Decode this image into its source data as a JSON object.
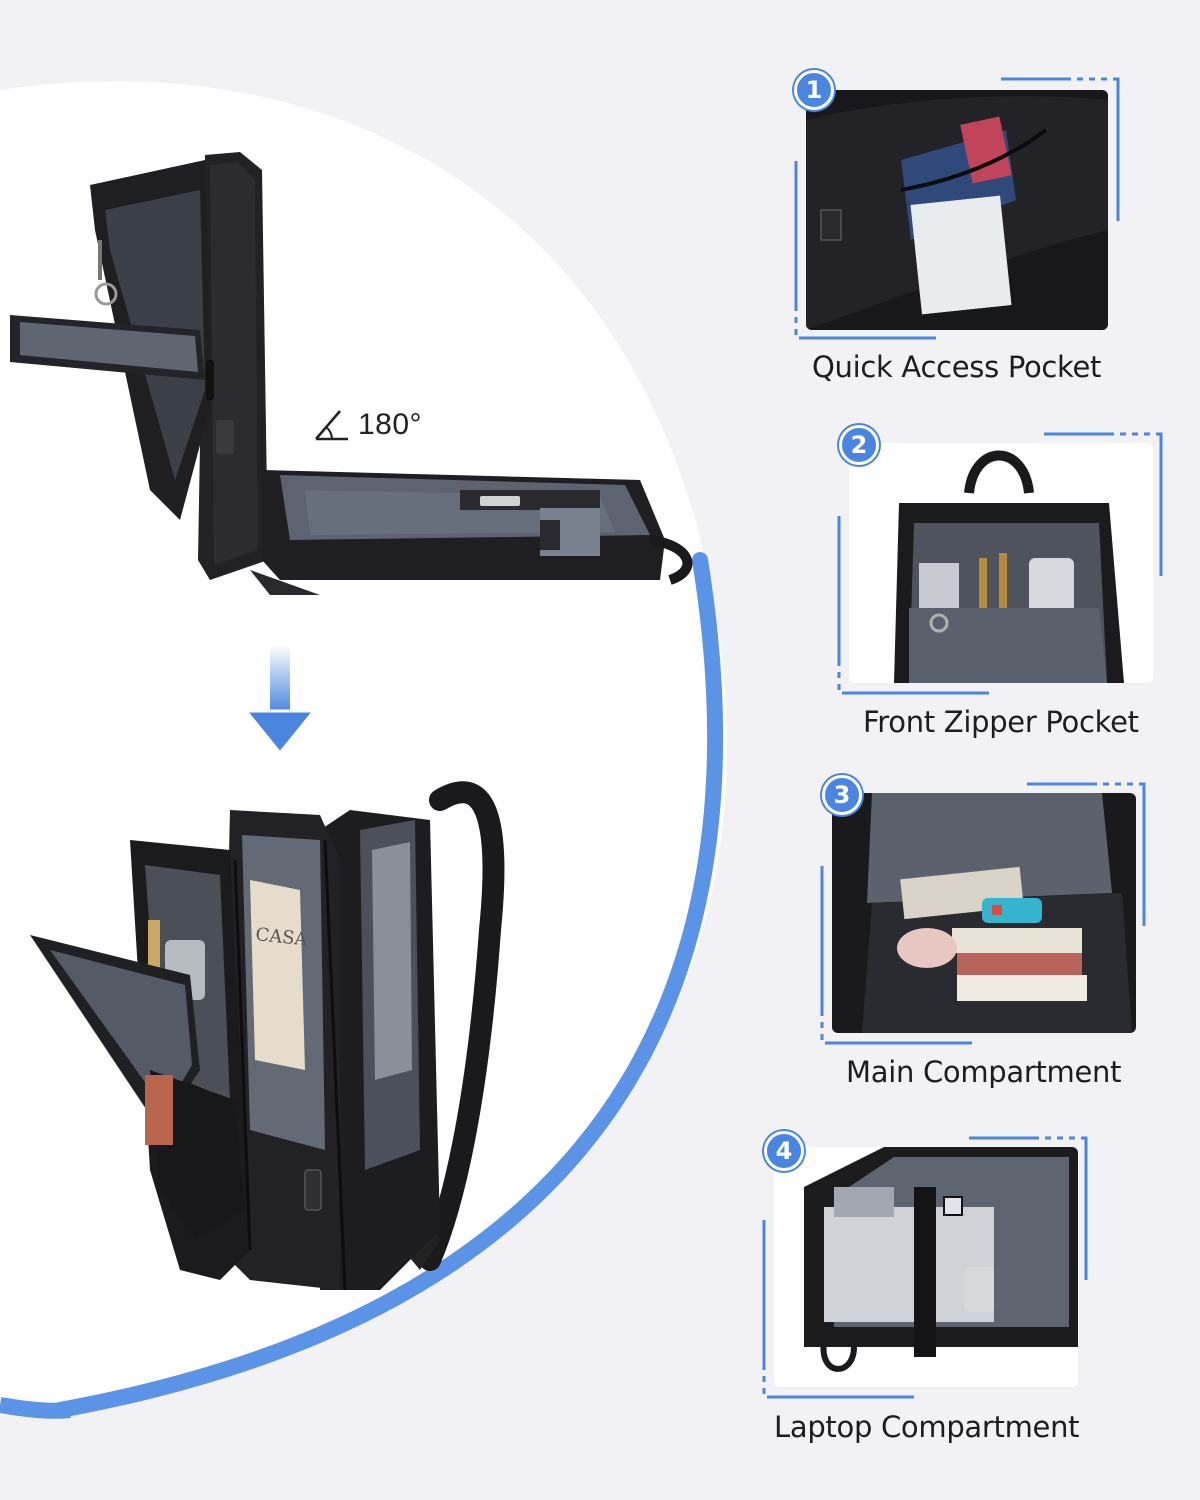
{
  "angle": {
    "value": "180°"
  },
  "colors": {
    "accent": "#4a86e0",
    "bag": "#1c1c1f",
    "lining": "#5d6370",
    "background": "#f2f2f4"
  },
  "features": [
    {
      "number": "1",
      "label": "Quick Access Pocket"
    },
    {
      "number": "2",
      "label": "Front Zipper Pocket"
    },
    {
      "number": "3",
      "label": "Main Compartment"
    },
    {
      "number": "4",
      "label": "Laptop Compartment"
    }
  ],
  "icons": {
    "angle": "angle-icon",
    "arrow": "arrow-down-icon"
  }
}
